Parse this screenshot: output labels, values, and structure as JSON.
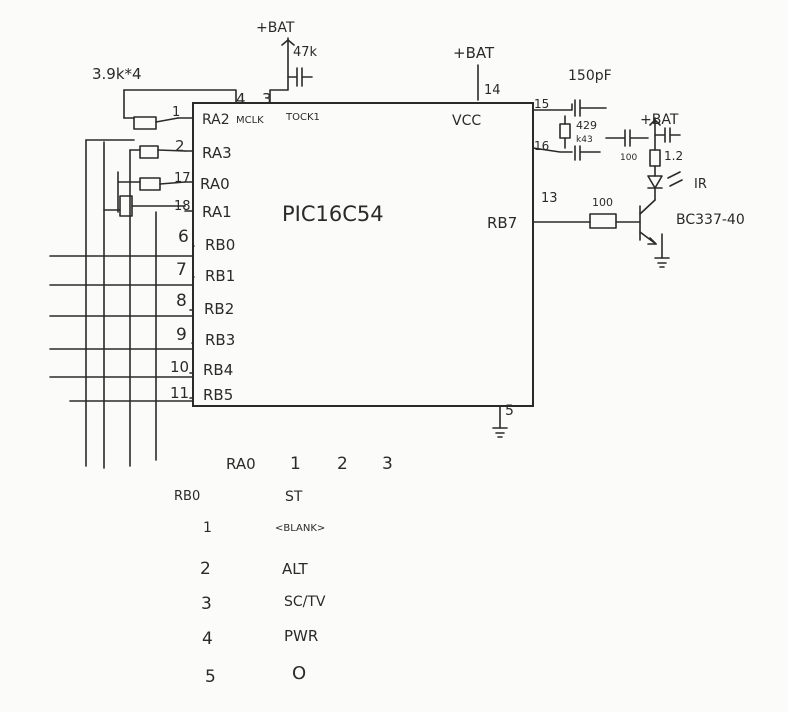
{
  "chip": {
    "name": "PIC16C54",
    "vcc_label": "VCC",
    "pins_left": [
      {
        "num": "1",
        "label": "RA2"
      },
      {
        "num": "2",
        "label": "RA3"
      },
      {
        "num": "17",
        "label": "RA0"
      },
      {
        "num": "18",
        "label": "RA1"
      },
      {
        "num": "6",
        "label": "RB0"
      },
      {
        "num": "7",
        "label": "RB1"
      },
      {
        "num": "8",
        "label": "RB2"
      },
      {
        "num": "9",
        "label": "RB3"
      },
      {
        "num": "10",
        "label": "RB4"
      },
      {
        "num": "11",
        "label": "RB5"
      }
    ],
    "pins_top": [
      {
        "num": "4",
        "label": "MCLK"
      },
      {
        "num": "3",
        "label": "TOCK1"
      },
      {
        "num": "14",
        "label": ""
      }
    ],
    "pins_right": [
      {
        "num": "15",
        "label": ""
      },
      {
        "num": "16",
        "label": ""
      },
      {
        "num": "13",
        "label": "RB7"
      }
    ],
    "pin_bottom": {
      "num": "5",
      "label": ""
    }
  },
  "annotations": {
    "diodes": "3.9k*4",
    "bat_top_left": "+BAT",
    "res_47k": "47k",
    "bat_vcc": "+BAT",
    "cap_150pf": "150pF",
    "crystal_1": "429",
    "crystal_2": "k43",
    "res_100_osc": "100",
    "bat_right": "+BAT",
    "led_res": "1.2",
    "ir_label": "IR",
    "base_res": "100",
    "transistor": "BC337-40"
  },
  "table": {
    "corner": "RA0",
    "row_header": "RB0",
    "columns": [
      "1",
      "2",
      "3"
    ],
    "rows": [
      {
        "index": "",
        "key": "ST"
      },
      {
        "index": "1",
        "key": "<BLANK>"
      },
      {
        "index": "2",
        "key": "ALT"
      },
      {
        "index": "3",
        "key": "SC/TV"
      },
      {
        "index": "4",
        "key": "PWR"
      },
      {
        "index": "5",
        "key": "O"
      }
    ]
  }
}
